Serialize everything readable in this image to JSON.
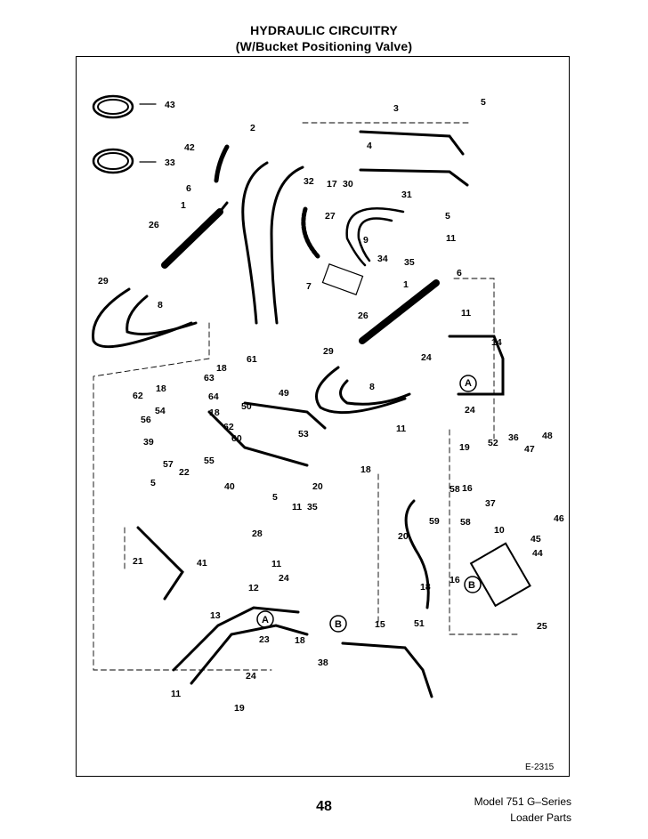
{
  "header": {
    "title": "HYDRAULIC CIRCUITRY",
    "subtitle": "(W/Bucket Positioning Valve)"
  },
  "diagram": {
    "code": "E-2315",
    "callouts": [
      "A",
      "B"
    ],
    "part_labels": [
      "43",
      "33",
      "42",
      "6",
      "26",
      "1",
      "29",
      "8",
      "2",
      "3",
      "4",
      "5",
      "30",
      "31",
      "32",
      "17",
      "27",
      "9",
      "34",
      "35",
      "11",
      "6",
      "7",
      "1",
      "26",
      "11",
      "14",
      "29",
      "24",
      "8",
      "24",
      "11",
      "19",
      "18",
      "63",
      "61",
      "62",
      "64",
      "18",
      "54",
      "56",
      "49",
      "50",
      "62",
      "18",
      "53",
      "39",
      "57",
      "55",
      "60",
      "22",
      "18",
      "40",
      "20",
      "5",
      "21",
      "41",
      "28",
      "11",
      "35",
      "5",
      "11",
      "24",
      "12",
      "13",
      "23",
      "18",
      "15",
      "38",
      "24",
      "11",
      "19",
      "52",
      "36",
      "47",
      "48",
      "58",
      "16",
      "37",
      "59",
      "20",
      "58",
      "10",
      "46",
      "45",
      "44",
      "18",
      "16",
      "51",
      "25",
      "A",
      "A",
      "B",
      "B"
    ]
  },
  "footer": {
    "page_number": "48",
    "model": "Model 751 G–Series",
    "section": "Loader Parts"
  }
}
